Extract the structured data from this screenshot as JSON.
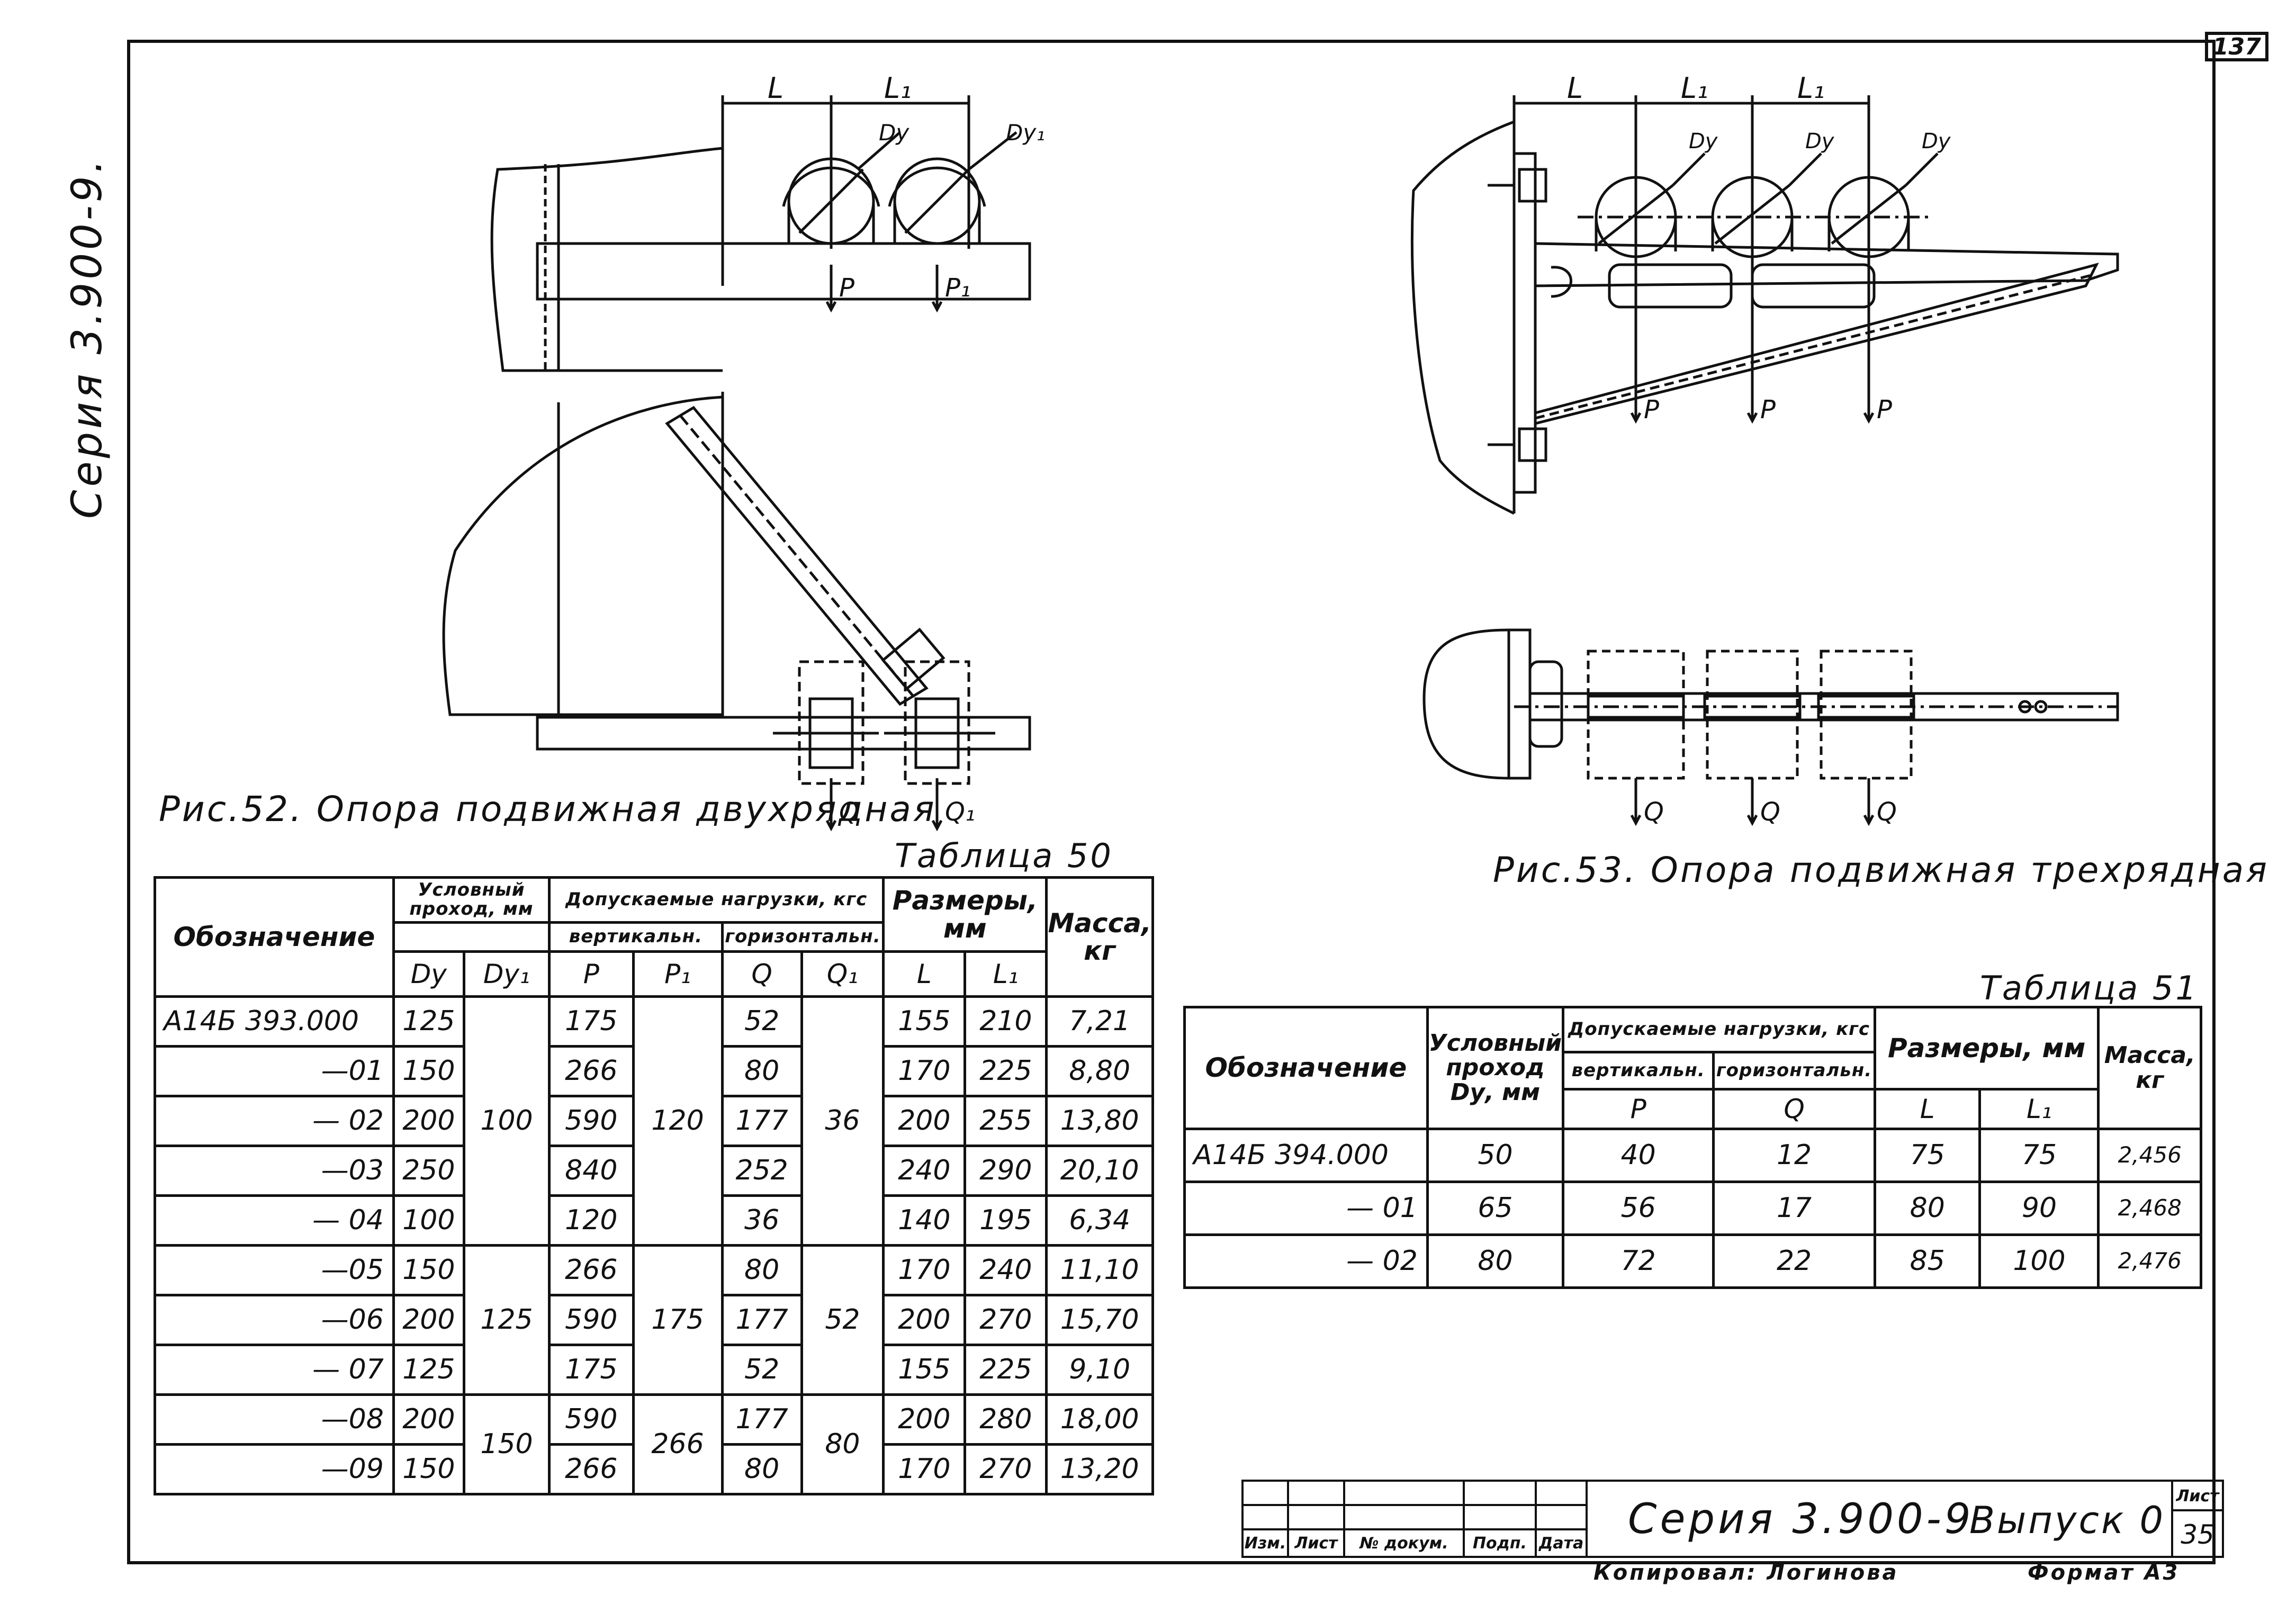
{
  "series_vertical": "Серия 3.900-9.",
  "sheet_corner": "137",
  "figure52": {
    "caption": "Рис.52. Опора подвижная двухрядная",
    "dim_labels": [
      "L",
      "L₁"
    ],
    "pipe_labels": [
      "Dу",
      "Dу₁"
    ],
    "load_labels": [
      "P",
      "P₁",
      "Q",
      "Q₁"
    ]
  },
  "figure53": {
    "caption": "Рис.53. Опора подвижная трехрядная",
    "dim_labels": [
      "L",
      "L₁",
      "L₁"
    ],
    "pipe_labels": [
      "Dу",
      "Dу",
      "Dу"
    ],
    "load_labels": [
      "P",
      "P",
      "P",
      "Q",
      "Q",
      "Q"
    ]
  },
  "table50": {
    "label": "Таблица 50",
    "headers": {
      "designation": "Обозначение",
      "nominal_bore": "Условный проход, мм",
      "loads": "Допускаемые нагрузки, кгс",
      "vertical": "вертикальн.",
      "horizontal": "горизонтальн.",
      "sizes": "Размеры, мм",
      "mass": "Масса, кг",
      "dy": "Dу",
      "dy1": "Dу₁",
      "p": "P",
      "p1": "P₁",
      "q": "Q",
      "q1": "Q₁",
      "l": "L",
      "l1": "L₁"
    },
    "groups": [
      {
        "dy1": "100",
        "p1": "120",
        "q1": "36"
      },
      {
        "dy1": "125",
        "p1": "175",
        "q1": "52"
      },
      {
        "dy1": "150",
        "p1": "266",
        "q1": "80"
      }
    ],
    "rows": [
      {
        "d": "А14Б 393.000",
        "dy": "125",
        "p": "175",
        "q": "52",
        "l": "155",
        "l1": "210",
        "m": "7,21"
      },
      {
        "d": "—01",
        "dy": "150",
        "p": "266",
        "q": "80",
        "l": "170",
        "l1": "225",
        "m": "8,80"
      },
      {
        "d": "— 02",
        "dy": "200",
        "p": "590",
        "q": "177",
        "l": "200",
        "l1": "255",
        "m": "13,80"
      },
      {
        "d": "—03",
        "dy": "250",
        "p": "840",
        "q": "252",
        "l": "240",
        "l1": "290",
        "m": "20,10"
      },
      {
        "d": "— 04",
        "dy": "100",
        "p": "120",
        "q": "36",
        "l": "140",
        "l1": "195",
        "m": "6,34"
      },
      {
        "d": "—05",
        "dy": "150",
        "p": "266",
        "q": "80",
        "l": "170",
        "l1": "240",
        "m": "11,10"
      },
      {
        "d": "—06",
        "dy": "200",
        "p": "590",
        "q": "177",
        "l": "200",
        "l1": "270",
        "m": "15,70"
      },
      {
        "d": "— 07",
        "dy": "125",
        "p": "175",
        "q": "52",
        "l": "155",
        "l1": "225",
        "m": "9,10"
      },
      {
        "d": "—08",
        "dy": "200",
        "p": "590",
        "q": "177",
        "l": "200",
        "l1": "280",
        "m": "18,00"
      },
      {
        "d": "—09",
        "dy": "150",
        "p": "266",
        "q": "80",
        "l": "170",
        "l1": "270",
        "m": "13,20"
      }
    ]
  },
  "table51": {
    "label": "Таблица 51",
    "headers": {
      "designation": "Обозначение",
      "nominal_bore": "Условный проход Dу, мм",
      "loads": "Допускаемые нагрузки, кгс",
      "vertical": "вертикальн.",
      "horizontal": "горизонтальн.",
      "sizes": "Размеры, мм",
      "mass": "Масса, кг",
      "p": "P",
      "q": "Q",
      "l": "L",
      "l1": "L₁"
    },
    "rows": [
      {
        "d": "А14Б 394.000",
        "dy": "50",
        "p": "40",
        "q": "12",
        "l": "75",
        "l1": "75",
        "m": "2,456"
      },
      {
        "d": "— 01",
        "dy": "65",
        "p": "56",
        "q": "17",
        "l": "80",
        "l1": "90",
        "m": "2,468"
      },
      {
        "d": "— 02",
        "dy": "80",
        "p": "72",
        "q": "22",
        "l": "85",
        "l1": "100",
        "m": "2,476"
      }
    ]
  },
  "title_block": {
    "col_labels": [
      "Изм.",
      "Лист",
      "№ докум.",
      "Подп.",
      "Дата"
    ],
    "series": "Серия 3.900-9",
    "issue": "Выпуск 0",
    "sheet_label": "Лист",
    "sheet_no": "35",
    "copied_by": "Копировал: Логинова",
    "format": "Формат А3"
  }
}
